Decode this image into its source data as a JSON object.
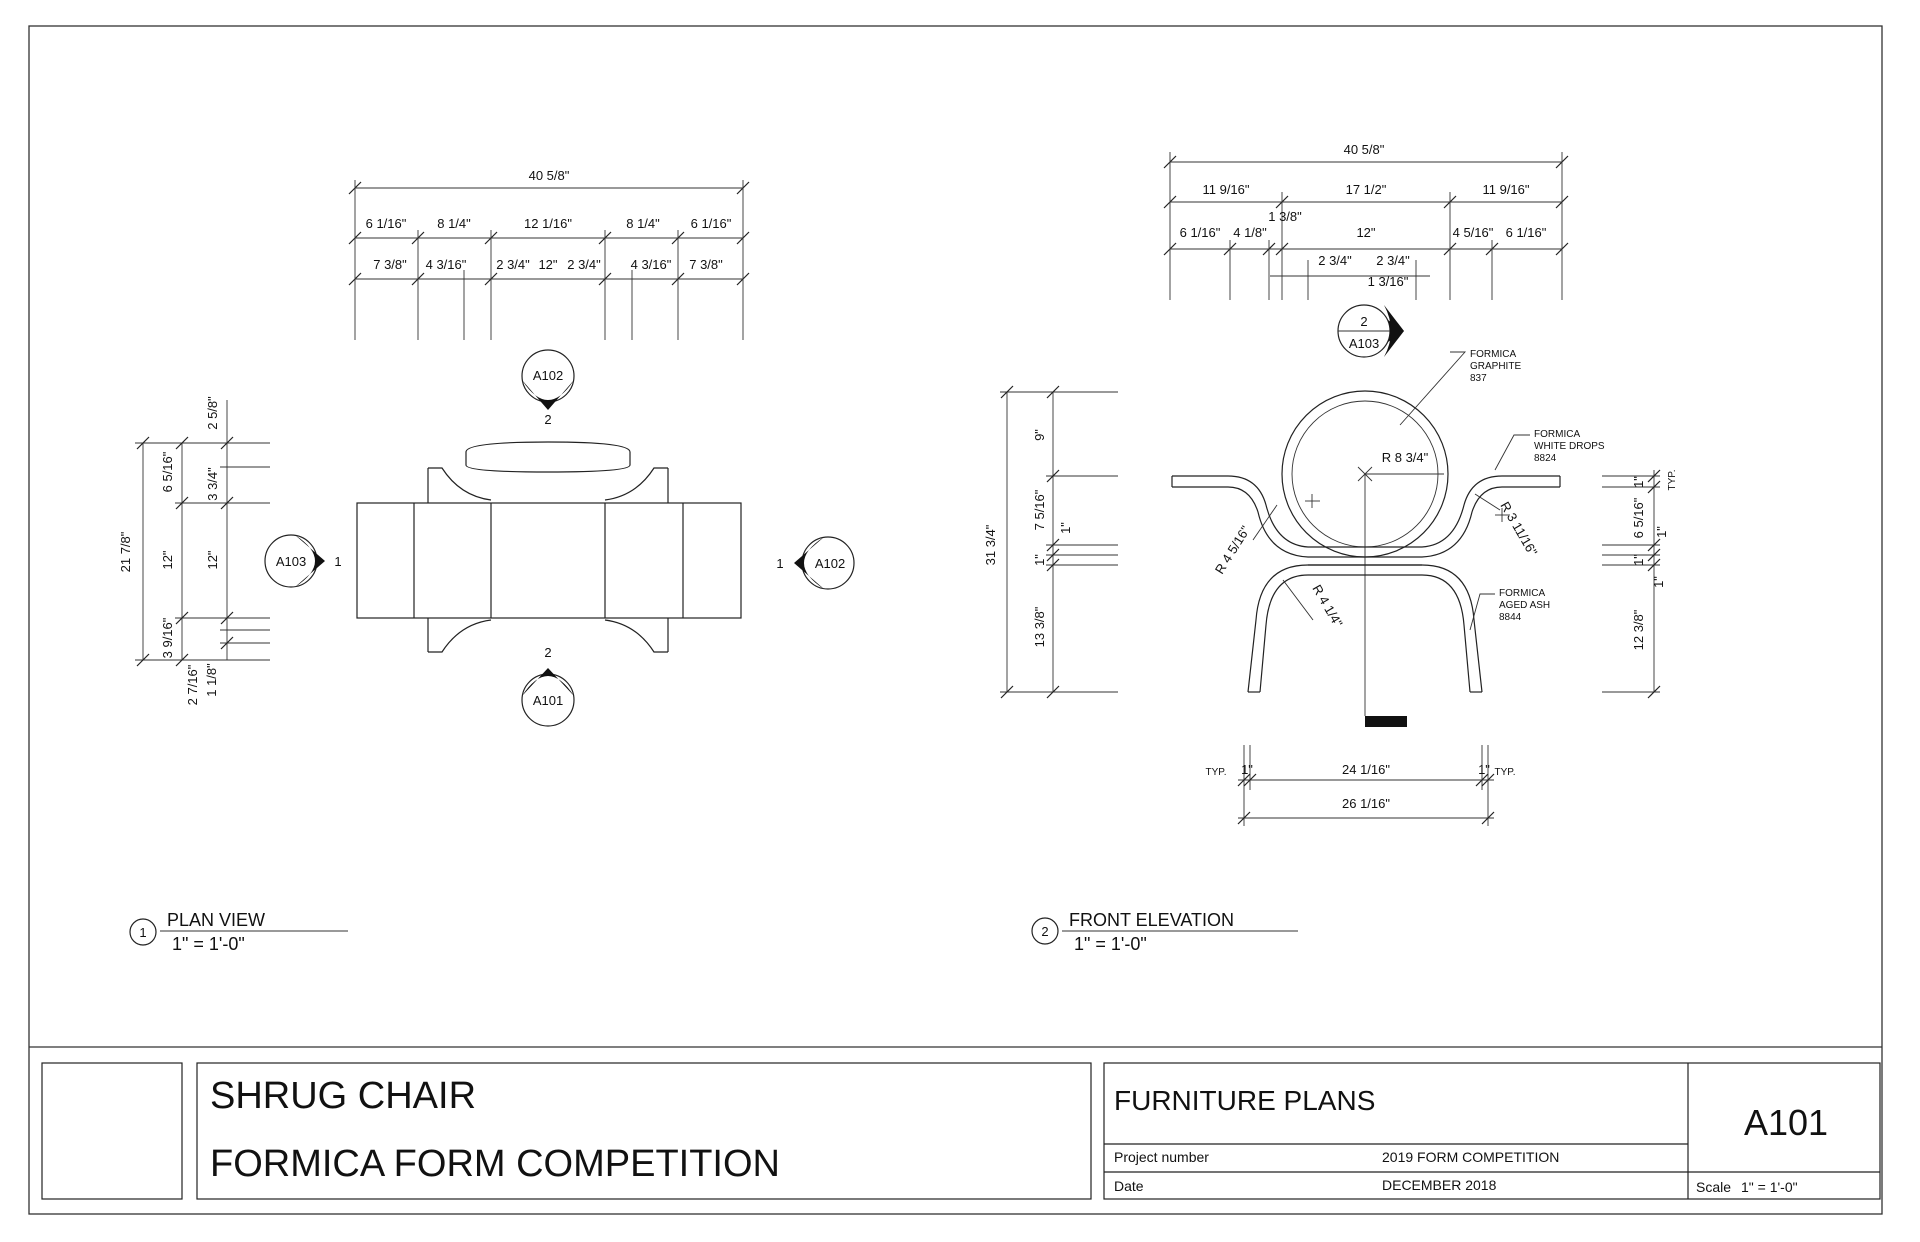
{
  "plan_view": {
    "overall_width": "40 5/8\"",
    "row1": [
      "6 1/16\"",
      "8 1/4\"",
      "12 1/16\"",
      "8 1/4\"",
      "6 1/16\""
    ],
    "row2": [
      "7 3/8\"",
      "4 3/16\"",
      "2 3/4\"",
      "12\"",
      "2 3/4\"",
      "4 3/16\"",
      "7 3/8\""
    ],
    "left_overall": "21 7/8\"",
    "left_outer": [
      "6 5/16\"",
      "12\"",
      "3 9/16\""
    ],
    "left_inner": [
      "2 5/8\"",
      "3 3/4\"",
      "12\"",
      "2 7/16\"",
      "1 1/8\""
    ],
    "markers": {
      "top": {
        "sheet": "A102",
        "num": "2"
      },
      "bottom": {
        "sheet": "A101",
        "num": "2"
      },
      "left": {
        "sheet": "A103",
        "num": "1"
      },
      "right": {
        "sheet": "A102",
        "num": "1"
      }
    },
    "caption": {
      "num": "1",
      "title": "PLAN VIEW",
      "scale": "1\" = 1'-0\""
    }
  },
  "front_elevation": {
    "overall_width": "40 5/8\"",
    "row1": [
      "11 9/16\"",
      "17 1/2\"",
      "11 9/16\""
    ],
    "row2": [
      "1 3/8\"",
      "6 1/16\"",
      "4 1/8\"",
      "12\"",
      "4 5/16\"",
      "6 1/16\""
    ],
    "row3": [
      "2 3/4\"",
      "2 3/4\"",
      "1 3/16\""
    ],
    "left_overall": "31 3/4\"",
    "left_parts": [
      "9\"",
      "7 5/16\"",
      "1\"",
      "1\"",
      "13 3/8\""
    ],
    "right_parts": [
      "1\"",
      "TYP.",
      "6 5/16\"",
      "1\"",
      "1\"",
      "1\"",
      "12 3/8\""
    ],
    "radii": [
      "R 8 3/4\"",
      "R 3 11/16\"",
      "R 4 5/16\"",
      "R 4 1/4\""
    ],
    "bottom_dims": {
      "typ_left": "TYP.",
      "left_thk": "1\"",
      "inner": "24 1/16\"",
      "right_thk": "1\"",
      "typ_right": "TYP.",
      "overall": "26 1/16\""
    },
    "marker": {
      "num": "2",
      "sheet": "A103"
    },
    "materials": [
      {
        "line1": "FORMICA",
        "line2": "GRAPHITE",
        "line3": "837"
      },
      {
        "line1": "FORMICA",
        "line2": "WHITE DROPS",
        "line3": "8824"
      },
      {
        "line1": "FORMICA",
        "line2": "AGED ASH",
        "line3": "8844"
      }
    ],
    "caption": {
      "num": "2",
      "title": "FRONT ELEVATION",
      "scale": "1\" = 1'-0\""
    }
  },
  "title_block": {
    "project_line1": "SHRUG CHAIR",
    "project_line2": "FORMICA FORM COMPETITION",
    "sheet_title": "FURNITURE PLANS",
    "project_number_label": "Project number",
    "project_number_value": "2019 FORM COMPETITION",
    "date_label": "Date",
    "date_value": "DECEMBER 2018",
    "sheet_number": "A101",
    "scale_label": "Scale",
    "scale_value": "1\" = 1'-0\""
  }
}
